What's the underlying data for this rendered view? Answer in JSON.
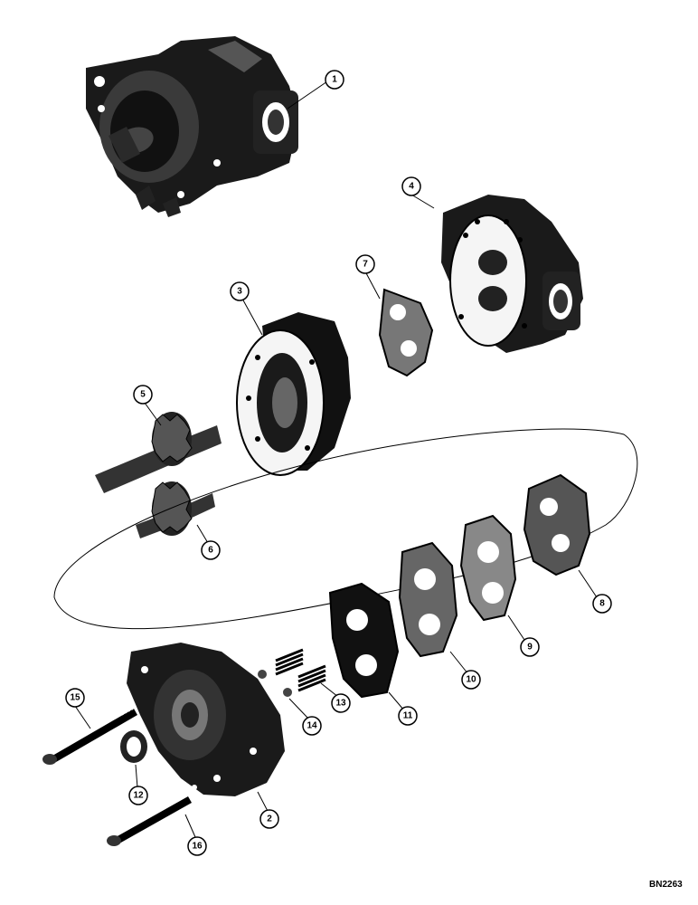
{
  "callouts": [
    {
      "number": "1"
    },
    {
      "number": "2"
    },
    {
      "number": "3"
    },
    {
      "number": "4"
    },
    {
      "number": "5"
    },
    {
      "number": "6"
    },
    {
      "number": "7"
    },
    {
      "number": "8"
    },
    {
      "number": "9"
    },
    {
      "number": "10"
    },
    {
      "number": "11"
    },
    {
      "number": "12"
    },
    {
      "number": "13"
    },
    {
      "number": "14"
    },
    {
      "number": "15"
    },
    {
      "number": "16"
    }
  ],
  "reference_code": "BN2263"
}
